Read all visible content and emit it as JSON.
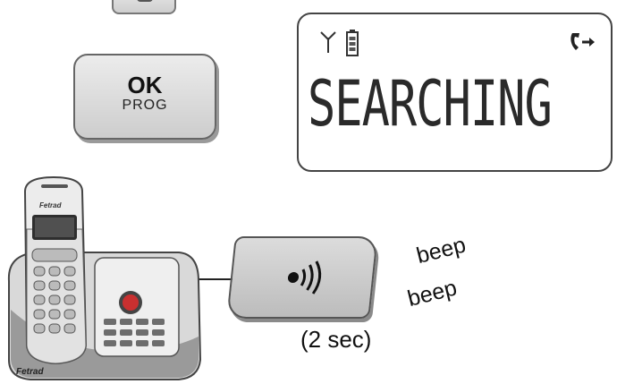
{
  "ok_key": {
    "line1": "OK",
    "line2": "PROG"
  },
  "lcd": {
    "message": "SEARCHING",
    "signal_icon": "antenna-icon",
    "battery_icon": "battery-icon",
    "call_icon": "handset-arrow-icon"
  },
  "page_key": {
    "icon": "page-broadcast-icon"
  },
  "sounds": {
    "beep1": "beep",
    "beep2": "beep"
  },
  "duration_label": "(2 sec)",
  "phone": {
    "handset_brand": "Fetrad",
    "base_brand": "Fetrad"
  }
}
